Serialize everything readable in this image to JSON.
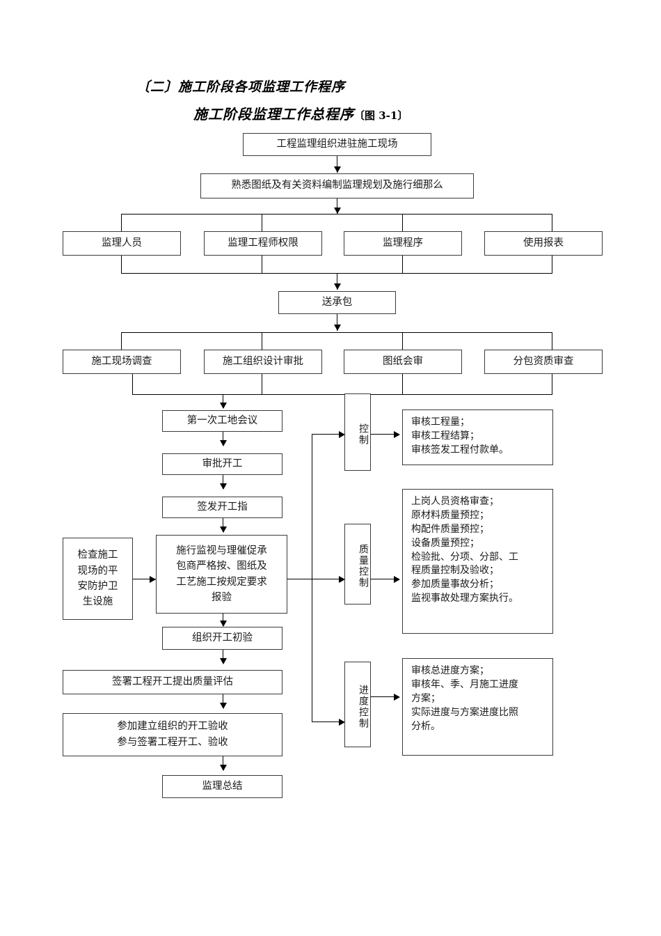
{
  "document": {
    "section_heading": "〔二〕施工阶段各项监理工作程序",
    "chart_title": "施工阶段监理工作总程序",
    "figure_ref": "〔图 3-1〕"
  },
  "nodes": {
    "start": "工程监理组织进驻施工现场",
    "plan": "熟悉图纸及有关资料编制监理规划及施行细那么",
    "row1": [
      "监理人员",
      "监理工程师权限",
      "监理程序",
      "使用报表"
    ],
    "send": "送承包",
    "row2": [
      "施工现场调查",
      "施工组织设计审批",
      "图纸会审",
      "分包资质审查"
    ],
    "meeting": "第一次工地会议",
    "approve_start": "审批开工",
    "issue_order": "签发开工指",
    "safety_check": "检查施工\n现场的平\n安防护卫\n生设施",
    "supervise": "施行监视与理催促承\n包商严格按、图纸及\n工艺施工按规定要求\n报验",
    "initial_check": "组织开工初验",
    "quality_eval": "签署工程开工提出质量评估",
    "acceptance": "参加建立组织的开工验收\n参与签署工程开工、验收",
    "summary": "监理总结"
  },
  "control_labels": {
    "cost": "控制",
    "quality": "质量控制",
    "schedule": "进度控制"
  },
  "detail_boxes": {
    "cost": "审核工程量；\n审核工程结算；\n审核签发工程付款单。",
    "quality": "上岗人员资格审查；\n原材料质量预控；\n构配件质量预控；\n设备质量预控；\n检验批、分项、分部、工\n程质量控制及验收；\n参加质量事故分析；\n监视事故处理方案执行。",
    "schedule": "审核总进度方案；\n审核年、季、月施工进度\n方案；\n实际进度与方案进度比照\n分析。"
  },
  "colors": {
    "border": "#3a3a3a",
    "line": "#000000",
    "text": "#1a1a1a",
    "background": "#ffffff"
  }
}
